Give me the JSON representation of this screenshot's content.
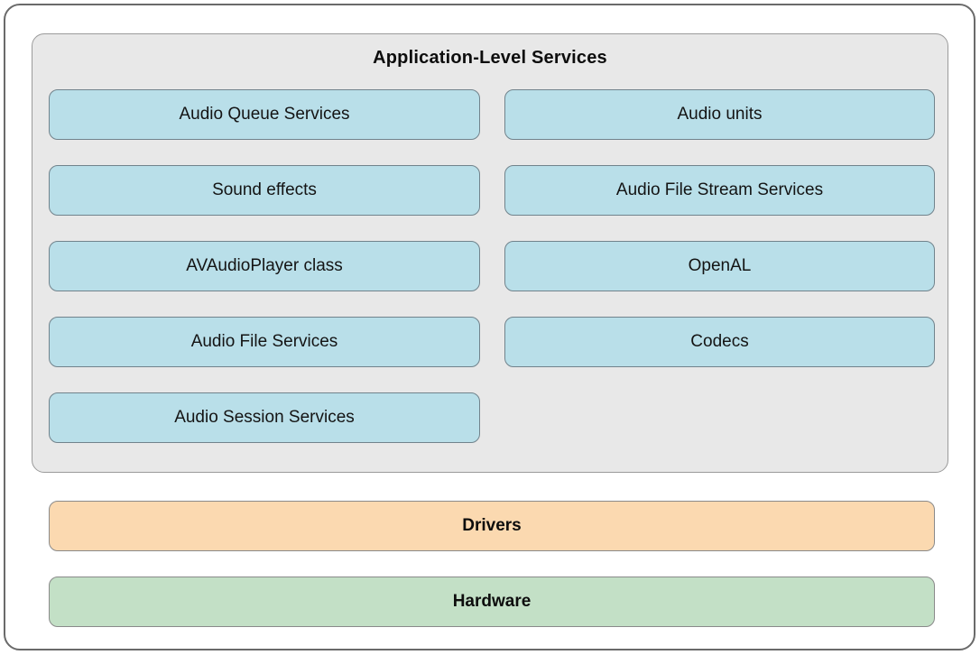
{
  "diagram": {
    "title": "Application-Level Services",
    "application_services": {
      "left_column": [
        "Audio Queue Services",
        "Sound effects",
        "AVAudioPlayer class",
        "Audio File Services",
        "Audio Session Services"
      ],
      "right_column": [
        "Audio units",
        "Audio File Stream Services",
        "OpenAL",
        "Codecs"
      ]
    },
    "layers": [
      {
        "label": "Drivers",
        "fill": "#fbd9b0"
      },
      {
        "label": "Hardware",
        "fill": "#c3e0c6"
      }
    ],
    "colors": {
      "service_box_fill": "#b9dfe9",
      "service_box_border": "#71838c",
      "container_fill": "#e8e8e8",
      "container_border": "#9a9a9a",
      "outer_frame_border": "#6a6a6a",
      "drivers_fill": "#fbd9b0",
      "hardware_fill": "#c3e0c6",
      "text": "#0d0d0d"
    }
  }
}
